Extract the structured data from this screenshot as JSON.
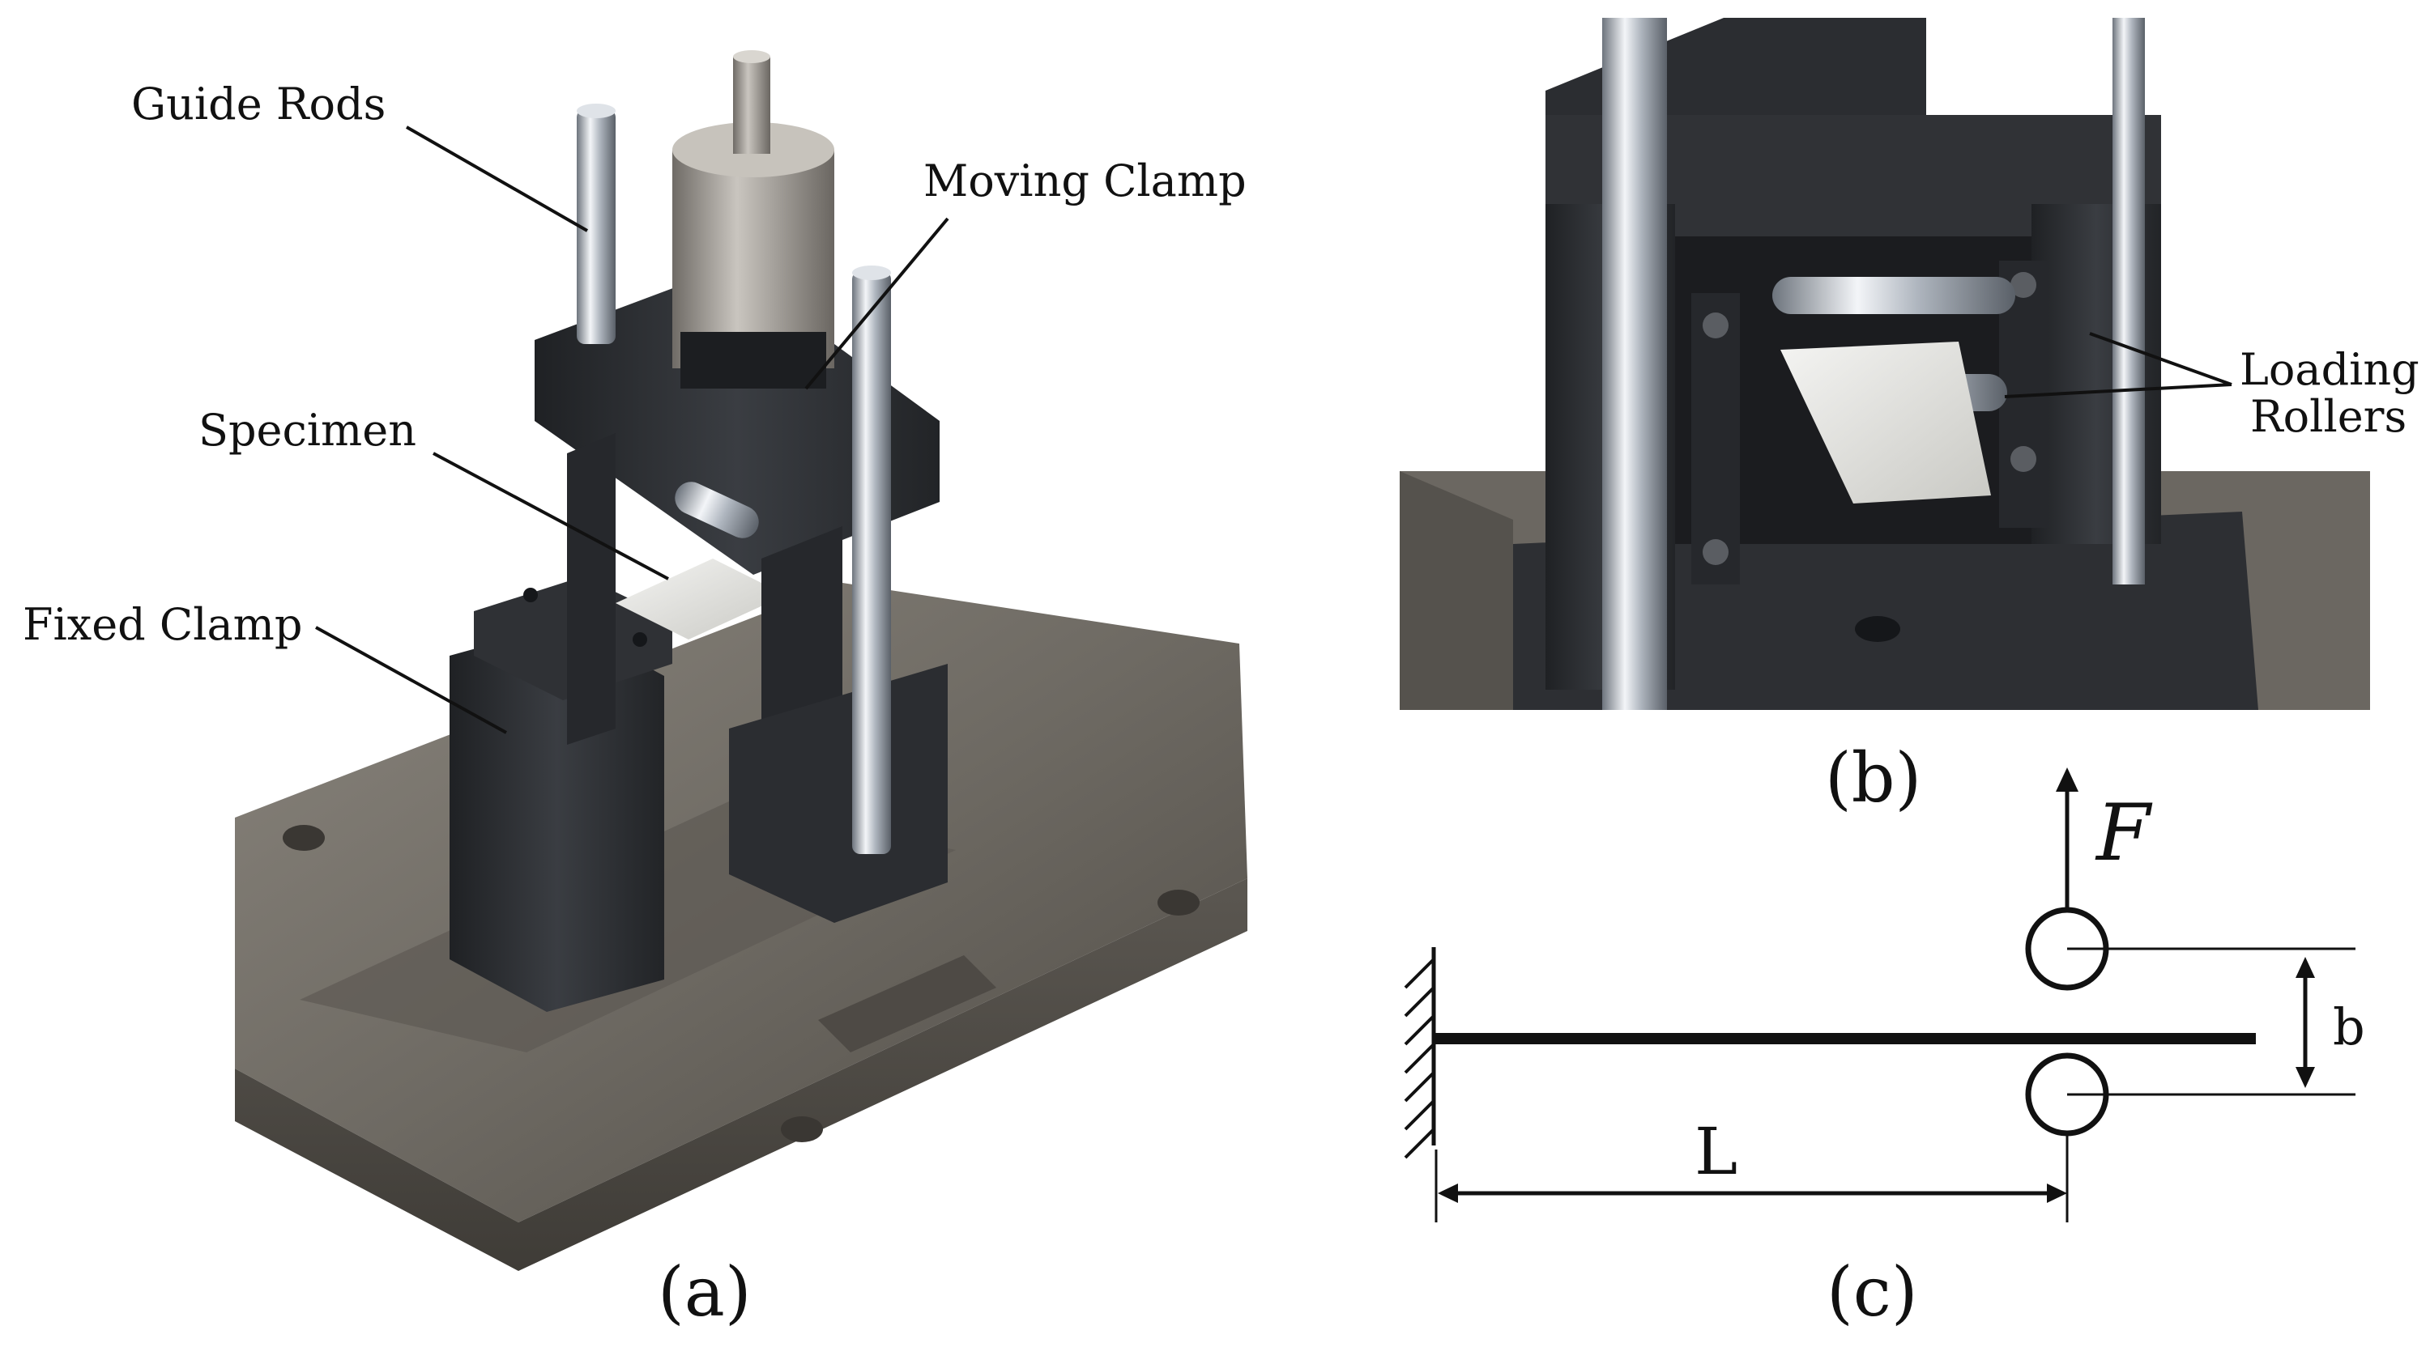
{
  "panel_a": {
    "caption": "(a)",
    "labels": {
      "guide_rods": "Guide Rods",
      "moving_clamp": "Moving Clamp",
      "specimen": "Specimen",
      "fixed_clamp": "Fixed Clamp"
    }
  },
  "panel_b": {
    "caption": "(b)",
    "labels": {
      "loading_rollers_line1": "Loading",
      "loading_rollers_line2": "Rollers"
    }
  },
  "panel_c": {
    "caption": "(c)",
    "force_symbol": "F",
    "length_symbol": "L",
    "gap_symbol": "b"
  },
  "colors": {
    "base_plate": "#6e6a63",
    "dark_part": "#2b2d31",
    "rod": "#b8bec7",
    "specimen": "#e4e4e0",
    "ink": "#111111"
  }
}
